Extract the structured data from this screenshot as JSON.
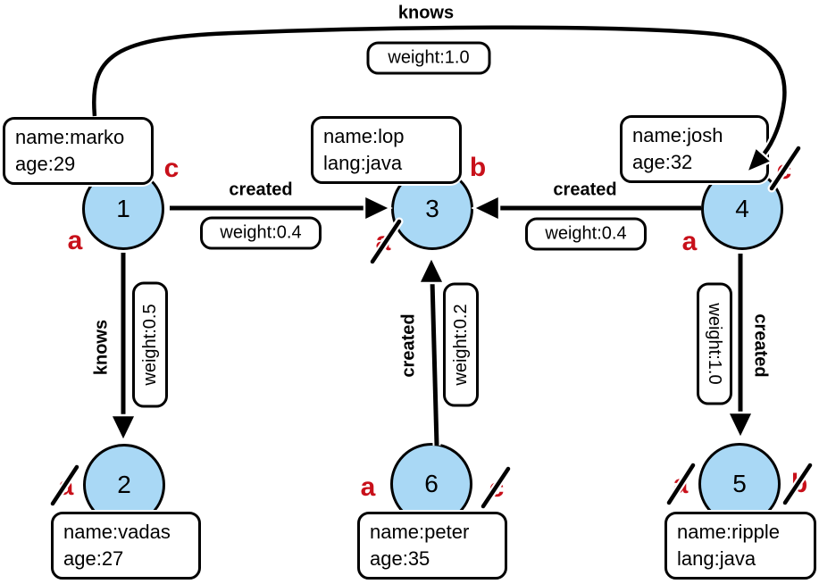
{
  "colors": {
    "node_fill": "#A9D8F5",
    "node_border": "#000000",
    "marker_red": "#C8101A",
    "box_background": "#FFFFFF",
    "edge_color": "#000000"
  },
  "nodes": [
    {
      "id": "1",
      "properties": [
        "name:marko",
        "age:29"
      ]
    },
    {
      "id": "2",
      "properties": [
        "name:vadas",
        "age:27"
      ]
    },
    {
      "id": "3",
      "properties": [
        "name:lop",
        "lang:java"
      ]
    },
    {
      "id": "4",
      "properties": [
        "name:josh",
        "age:32"
      ]
    },
    {
      "id": "5",
      "properties": [
        "name:ripple",
        "lang:java"
      ]
    },
    {
      "id": "6",
      "properties": [
        "name:peter",
        "age:35"
      ]
    }
  ],
  "edges": [
    {
      "from": "1",
      "to": "4",
      "label": "knows",
      "weight": "weight:1.0"
    },
    {
      "from": "1",
      "to": "3",
      "label": "created",
      "weight": "weight:0.4"
    },
    {
      "from": "4",
      "to": "3",
      "label": "created",
      "weight": "weight:0.4"
    },
    {
      "from": "1",
      "to": "2",
      "label": "knows",
      "weight": "weight:0.5"
    },
    {
      "from": "6",
      "to": "3",
      "label": "created",
      "weight": "weight:0.2"
    },
    {
      "from": "4",
      "to": "5",
      "label": "created",
      "weight": "weight:1.0"
    }
  ],
  "step_labels": [
    {
      "node": "1",
      "letter": "a",
      "slashed": false
    },
    {
      "node": "1",
      "letter": "c",
      "slashed": false
    },
    {
      "node": "2",
      "letter": "a",
      "slashed": true
    },
    {
      "node": "3",
      "letter": "a",
      "slashed": true
    },
    {
      "node": "3",
      "letter": "b",
      "slashed": false
    },
    {
      "node": "4",
      "letter": "a",
      "slashed": false
    },
    {
      "node": "4",
      "letter": "c",
      "slashed": true
    },
    {
      "node": "5",
      "letter": "a",
      "slashed": true
    },
    {
      "node": "5",
      "letter": "b",
      "slashed": true
    },
    {
      "node": "6",
      "letter": "a",
      "slashed": false
    },
    {
      "node": "6",
      "letter": "c",
      "slashed": true
    }
  ]
}
